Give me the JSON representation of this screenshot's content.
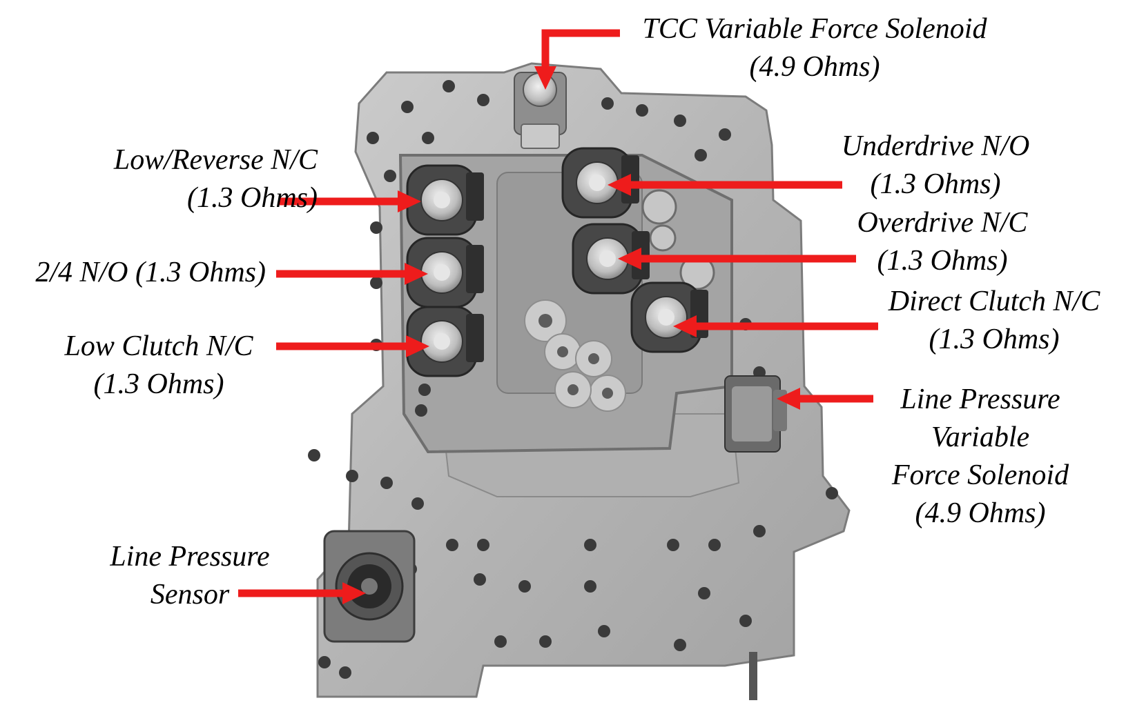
{
  "colors": {
    "arrow": "#ee1c1c",
    "plate": "#b9b9b9",
    "plate_shadow": "#8f8f8f",
    "pocket": "#9c9c9c",
    "solenoid_body": "#4d4d4d",
    "solenoid_cap": "#cfcfcf",
    "bolt_hole": "#3a3a3a",
    "text": "#000000"
  },
  "icons": [
    "solenoid-icon",
    "pressure-sensor-icon",
    "arrow-icon"
  ],
  "callouts": [
    {
      "id": "tcc",
      "lines": [
        "TCC Variable Force Solenoid",
        "(4.9 Ohms)"
      ]
    },
    {
      "id": "low-reverse",
      "lines": [
        "Low/Reverse N/C",
        "(1.3 Ohms)"
      ]
    },
    {
      "id": "two-four",
      "lines": [
        "2/4 N/O (1.3 Ohms)"
      ]
    },
    {
      "id": "low-clutch",
      "lines": [
        "Low Clutch N/C",
        "(1.3 Ohms)"
      ]
    },
    {
      "id": "underdrive",
      "lines": [
        "Underdrive N/O",
        "(1.3 Ohms)"
      ]
    },
    {
      "id": "overdrive",
      "lines": [
        "Overdrive N/C",
        "(1.3 Ohms)"
      ]
    },
    {
      "id": "direct-clutch",
      "lines": [
        "Direct Clutch N/C",
        "(1.3 Ohms)"
      ]
    },
    {
      "id": "line-pressure-vfs",
      "lines": [
        "Line Pressure",
        "Variable",
        "Force Solenoid",
        "(4.9 Ohms)"
      ]
    },
    {
      "id": "line-pressure-sensor",
      "lines": [
        "Line Pressure",
        "Sensor"
      ]
    }
  ]
}
